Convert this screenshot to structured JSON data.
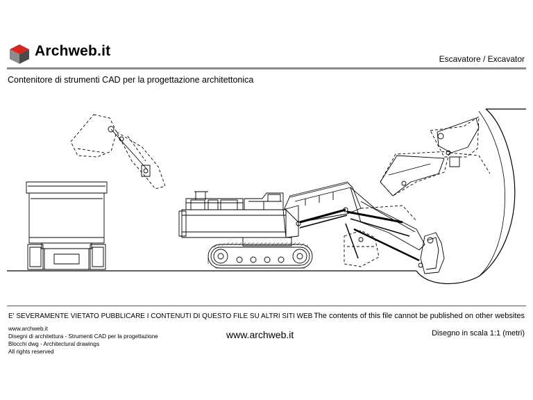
{
  "header": {
    "logo_text": "Archweb.it",
    "drawing_title": "Escavatore  / Excavator",
    "subtitle": "Contenitore di strumenti CAD per la progettazione architettonica"
  },
  "footer": {
    "warning_it": "E' SEVERAMENTE VIETATO PUBBLICARE I CONTENUTI DI QUESTO FILE SU ALTRI SITI WEB",
    "warning_en": "The contents of this file cannot be published on other websites",
    "info_lines": [
      "www.archweb.it",
      "Disegni di architettura - Strumenti CAD  per la progettazione",
      "Blocchi dwg - Architectural drawings",
      "All rights reserved"
    ],
    "center_url": "www.archweb.it",
    "scale": "Disegno in scala 1:1 (metri)"
  }
}
